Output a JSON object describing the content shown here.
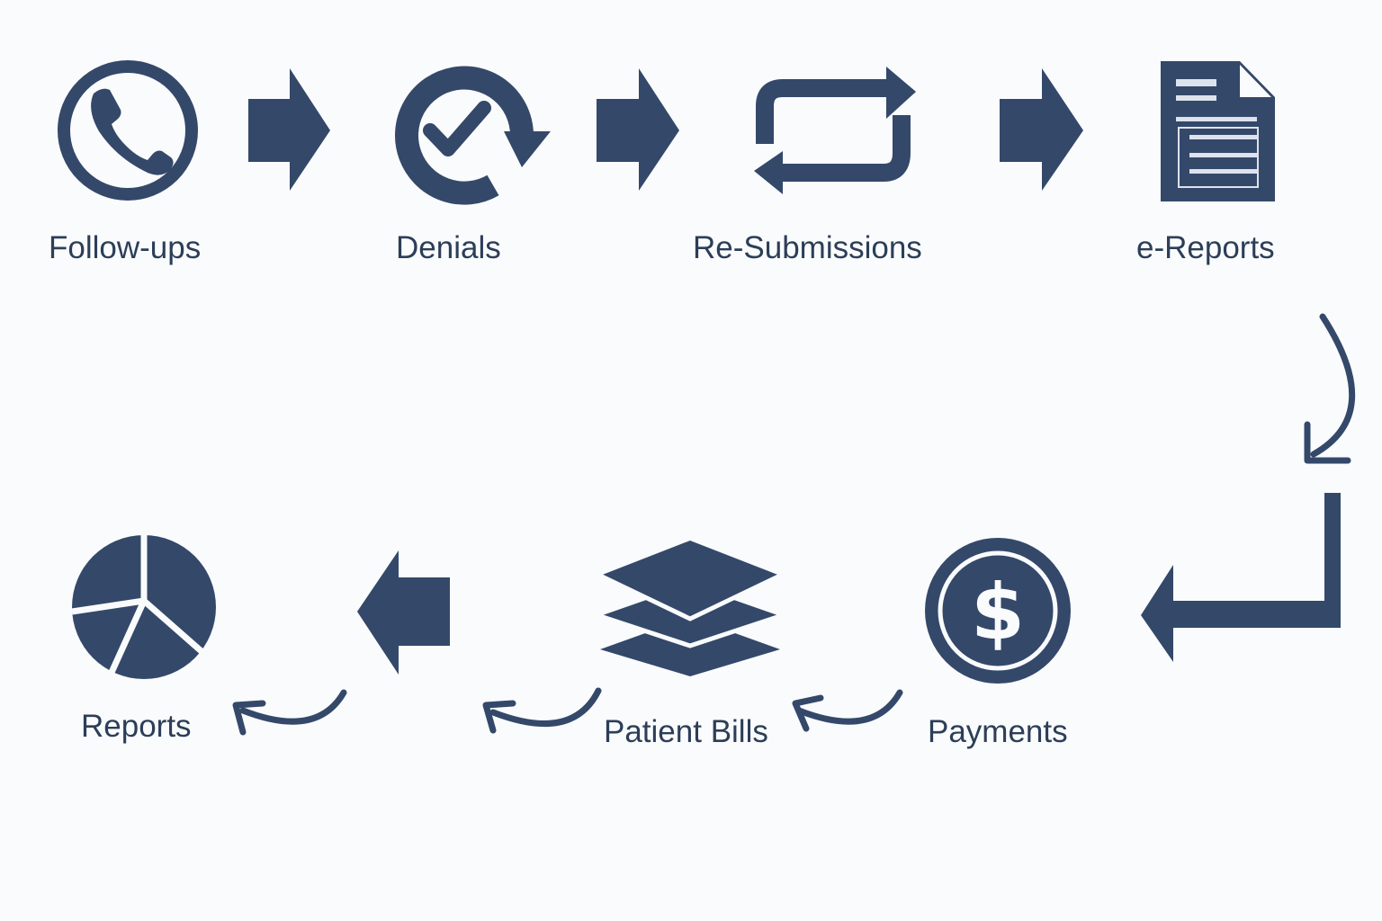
{
  "colors": {
    "primary": "#34486a",
    "text": "#2c3e58",
    "background": "#fafbfc"
  },
  "steps": [
    {
      "label": "Follow-ups",
      "icon": "phone-icon"
    },
    {
      "label": "Denials",
      "icon": "check-cycle-icon"
    },
    {
      "label": "Re-Submissions",
      "icon": "repeat-icon"
    },
    {
      "label": "e-Reports",
      "icon": "document-icon"
    },
    {
      "label": "Payments",
      "icon": "dollar-coin-icon"
    },
    {
      "label": "Patient Bills",
      "icon": "layers-icon"
    },
    {
      "label": "Reports",
      "icon": "pie-chart-icon"
    }
  ]
}
